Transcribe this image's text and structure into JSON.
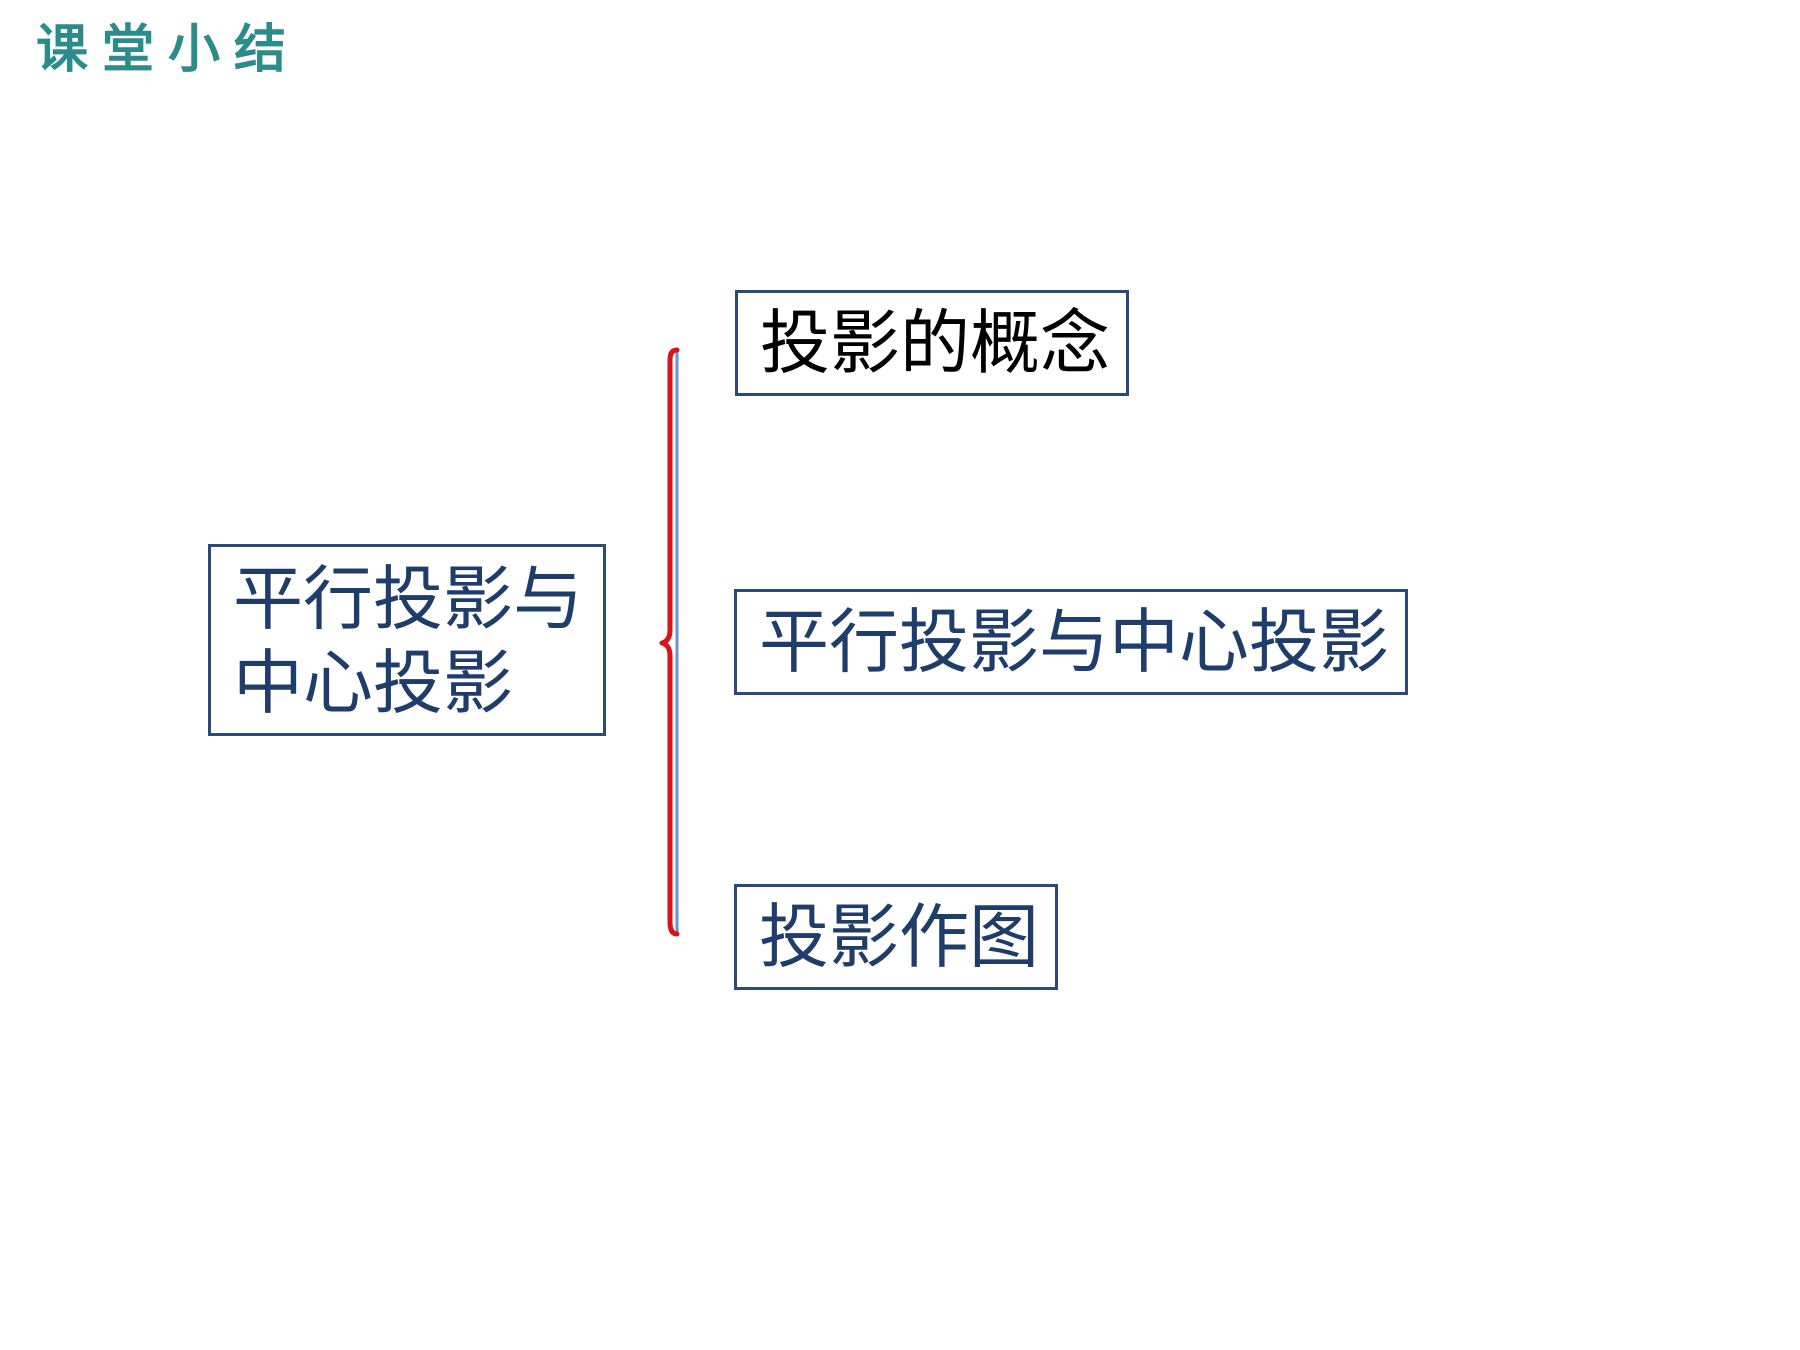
{
  "slide": {
    "title": "课堂小结",
    "title_color": "#2c8c8a"
  },
  "diagram": {
    "root": {
      "line1": "平行投影与",
      "line2": "中心投影"
    },
    "children": [
      {
        "label": "投影的概念",
        "color": "#000000"
      },
      {
        "label": "平行投影与中心投影",
        "color": "#1f3d6b"
      },
      {
        "label": "投影作图",
        "color": "#1f3d6b"
      }
    ],
    "root_text_color": "#1f3d6b",
    "box_border_color": "#2b4a7a",
    "brace_color": "#d8141b",
    "brace_inner_color": "#6f8fd6"
  }
}
